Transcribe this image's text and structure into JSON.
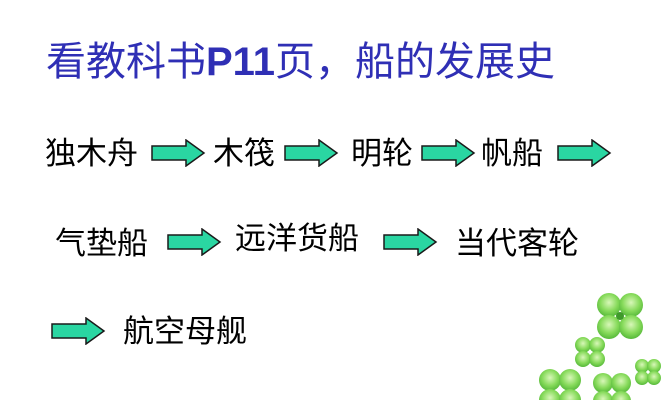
{
  "title": {
    "part1": "看教科书",
    "part2": "P11",
    "part3": "页，船的发展史"
  },
  "boats": {
    "row1": [
      "独木舟",
      "木筏",
      "明轮",
      "帆船"
    ],
    "row2": [
      "气垫船",
      "远洋货船",
      "当代客轮"
    ],
    "row3": [
      "航空母舰"
    ]
  },
  "colors": {
    "title": "#2f2fb5",
    "arrow_fill": "#2ad6a2",
    "arrow_stroke": "#1a1a1a",
    "clover": "#7ed957"
  },
  "icons": {
    "arrow": "right-arrow-icon",
    "decoration": "clover-icon"
  }
}
